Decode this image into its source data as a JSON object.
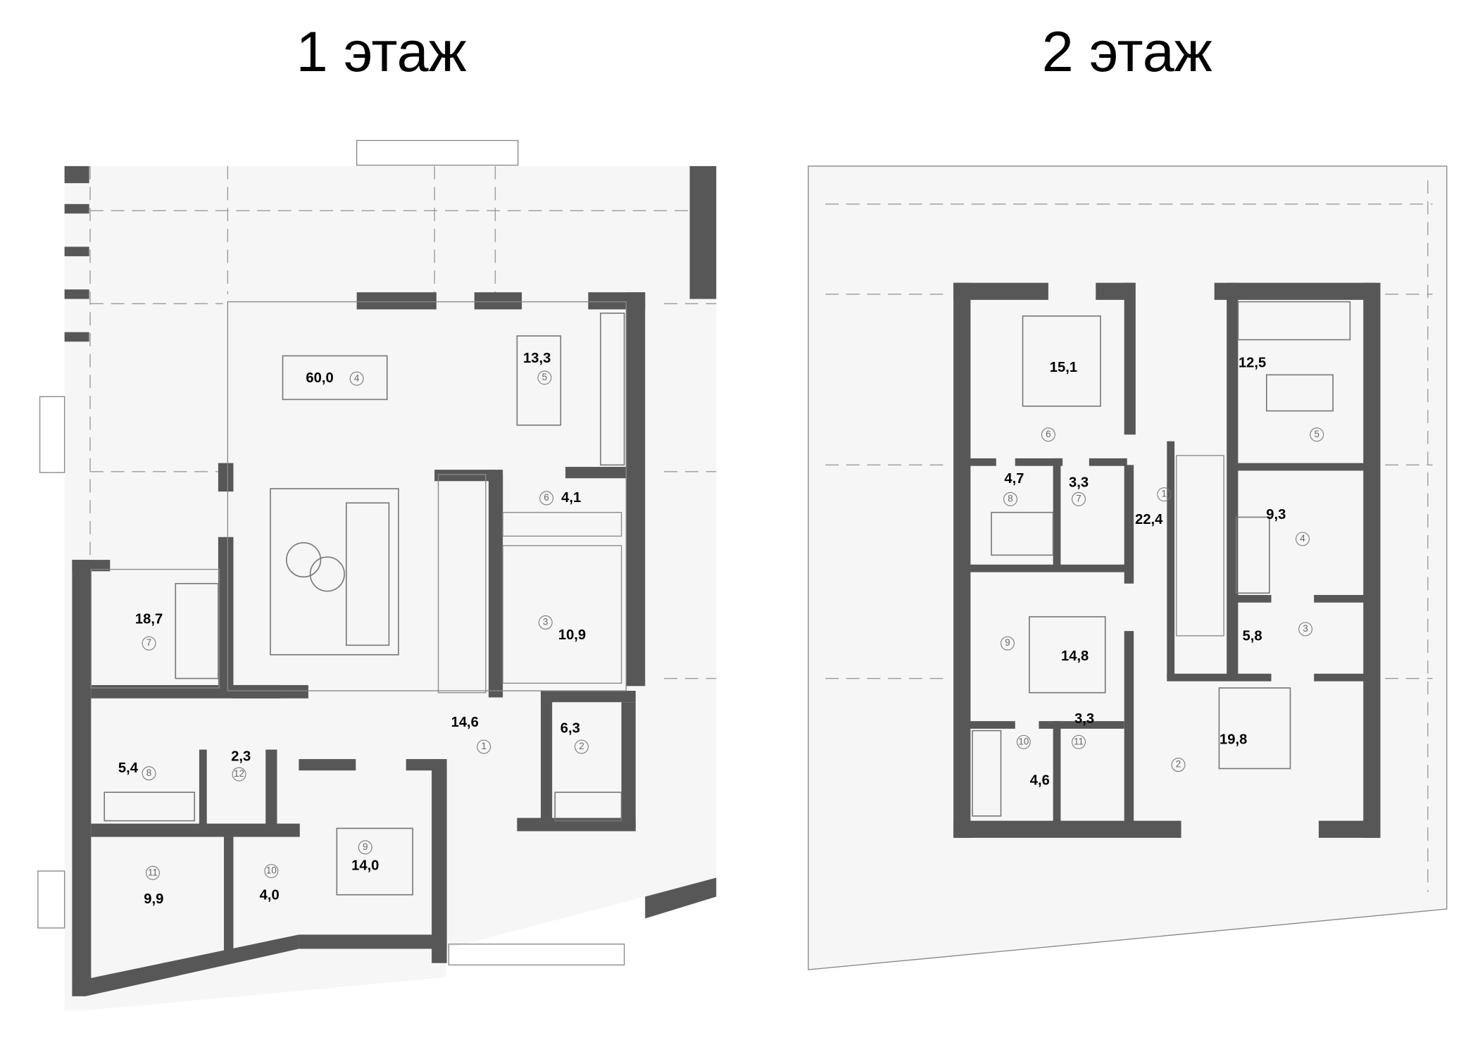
{
  "floors": [
    {
      "title": "1 этаж",
      "rooms": [
        {
          "number": "4",
          "area": "60,0"
        },
        {
          "number": "5",
          "area": "13,3"
        },
        {
          "number": "6",
          "area": "4,1"
        },
        {
          "number": "3",
          "area": "10,9"
        },
        {
          "number": "7",
          "area": "18,7"
        },
        {
          "number": "1",
          "area": "14,6"
        },
        {
          "number": "2",
          "area": "6,3"
        },
        {
          "number": "8",
          "area": "5,4"
        },
        {
          "number": "12",
          "area": "2,3"
        },
        {
          "number": "9",
          "area": "14,0"
        },
        {
          "number": "11",
          "area": "9,9"
        },
        {
          "number": "10",
          "area": "4,0"
        }
      ]
    },
    {
      "title": "2 этаж",
      "rooms": [
        {
          "number": "6",
          "area": "15,1"
        },
        {
          "number": "5",
          "area": "12,5"
        },
        {
          "number": "8",
          "area": "4,7"
        },
        {
          "number": "7",
          "area": "3,3"
        },
        {
          "number": "1",
          "area": "22,4"
        },
        {
          "number": "4",
          "area": "9,3"
        },
        {
          "number": "3",
          "area": "5,8"
        },
        {
          "number": "9",
          "area": "14,8"
        },
        {
          "number": "2",
          "area": "19,8"
        },
        {
          "number": "11",
          "area": "3,3"
        },
        {
          "number": "10",
          "area": "4,6"
        }
      ]
    }
  ],
  "colors": {
    "wall": "#575757",
    "line": "#888888",
    "text": "#000000"
  }
}
